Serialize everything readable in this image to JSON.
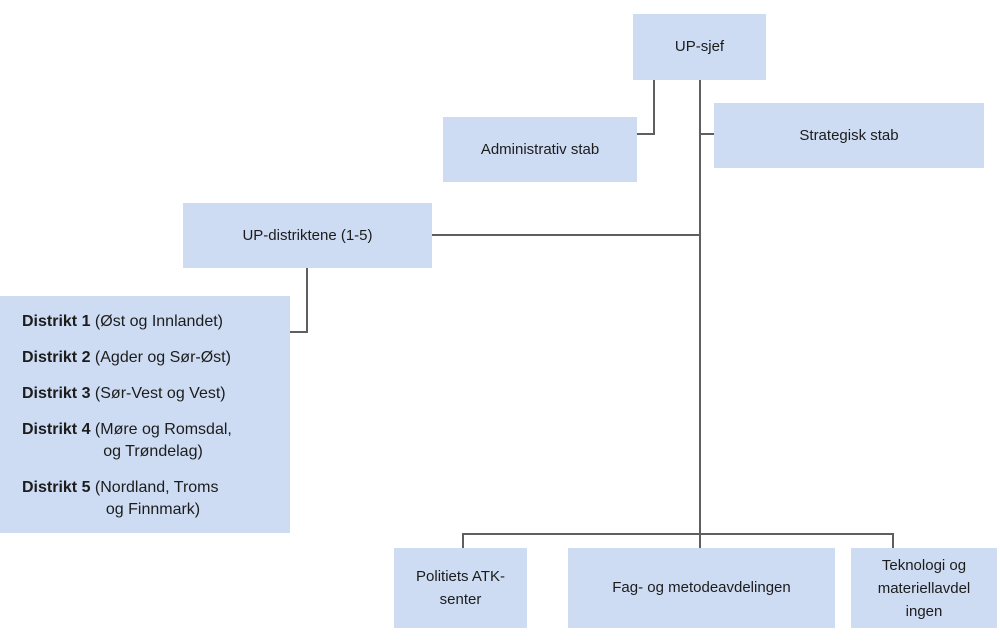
{
  "diagram": {
    "type": "org-chart",
    "colors": {
      "box_fill": "#cddcf3",
      "line": "#5f5f5f",
      "text": "#1c1c1c",
      "background": "#ffffff"
    },
    "nodes": {
      "up_sjef": {
        "label": "UP-sjef"
      },
      "administrativ_stab": {
        "label": "Administrativ stab"
      },
      "strategisk_stab": {
        "label": "Strategisk stab"
      },
      "up_distriktene": {
        "label": "UP-distriktene (1-5)"
      },
      "politiets_atk_senter": {
        "line1": "Politiets ATK-",
        "line2": "senter"
      },
      "fag_og_metodeavdelingen": {
        "label": "Fag- og metodeavdelingen"
      },
      "teknologi_og_materiellavdelingen": {
        "line1": "Teknologi og",
        "line2": "materiellavdel",
        "line3": "ingen"
      }
    },
    "districts": [
      {
        "bold": "Distrikt 1",
        "rest": " (Øst og Innlandet)",
        "cont": ""
      },
      {
        "bold": "Distrikt 2",
        "rest": " (Agder og Sør-Øst)",
        "cont": ""
      },
      {
        "bold": "Distrikt 3",
        "rest": " (Sør-Vest og Vest)",
        "cont": ""
      },
      {
        "bold": "Distrikt 4",
        "rest": " (Møre og Romsdal,",
        "cont": "og Trøndelag)"
      },
      {
        "bold": "Distrikt 5",
        "rest": " (Nordland, Troms",
        "cont": "og Finnmark)"
      }
    ]
  }
}
